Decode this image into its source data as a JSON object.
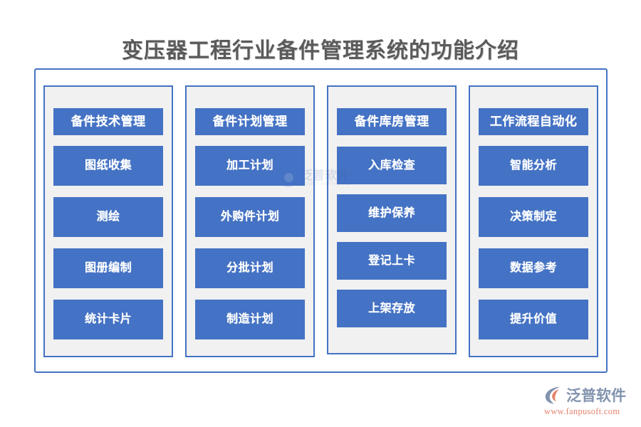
{
  "page": {
    "title": "变压器工程行业备件管理系统的功能介绍",
    "background_color": "#ffffff",
    "accent_color": "#4472c4",
    "panel_color": "#f1f1f1",
    "title_color": "#5a5a5a"
  },
  "columns": [
    {
      "header": "备件技术管理",
      "items": [
        "图纸收集",
        "测绘",
        "图册编制",
        "统计卡片"
      ]
    },
    {
      "header": "备件计划管理",
      "items": [
        "加工计划",
        "外购件计划",
        "分批计划",
        "制造计划"
      ]
    },
    {
      "header": "备件库房管理",
      "items": [
        "入库检查",
        "维护保养",
        "登记上卡",
        "上架存放"
      ]
    },
    {
      "header": "工作流程自动化",
      "items": [
        "智能分析",
        "决策制定",
        "数据参考",
        "提升价值"
      ]
    }
  ],
  "watermark": {
    "text": "泛普软件",
    "subtext": "FANPU SOFTWARE"
  },
  "brand": {
    "name": "泛普软件",
    "url": "www.fanpusoft.com",
    "name_color": "#8293ae",
    "url_color": "#e3836d"
  }
}
